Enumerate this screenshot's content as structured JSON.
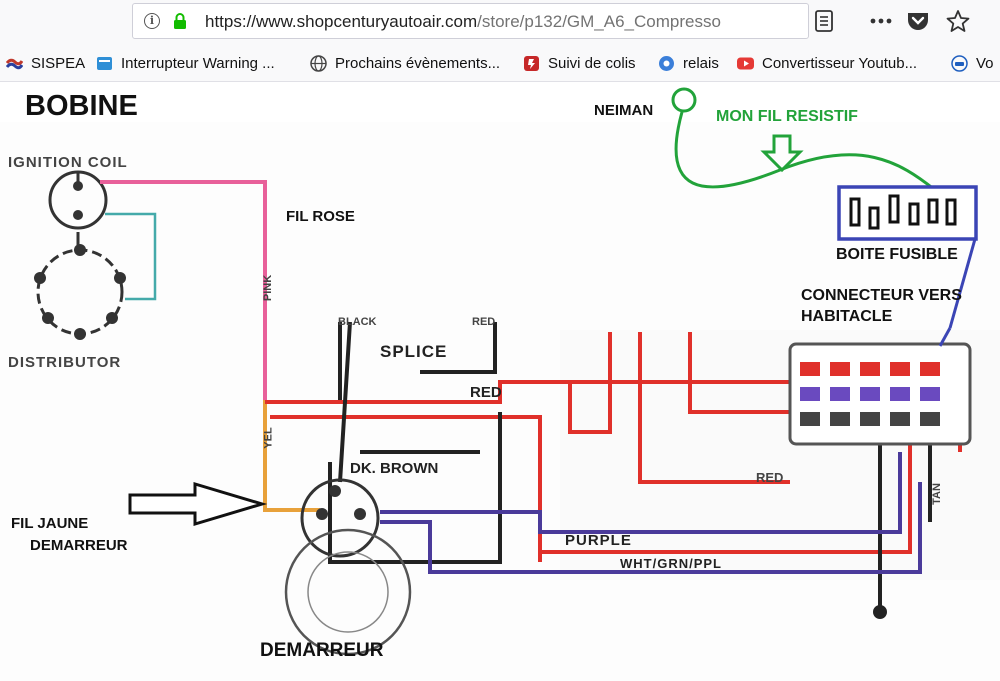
{
  "browser": {
    "url_main": "https://www.shopcenturyautoair.com",
    "url_path": "/store/p132/GM_A6_Compresso",
    "icons": [
      "info-icon",
      "lock-icon",
      "reader-view-icon",
      "more-icon",
      "pocket-icon",
      "star-icon"
    ],
    "bookmarks": [
      {
        "label": "SISPEA",
        "icon": "sispea-icon",
        "color": "#c0392b"
      },
      {
        "label": "Interrupteur Warning ...",
        "icon": "page-icon",
        "color": "#2f8fd6"
      },
      {
        "label": "Prochains évènements...",
        "icon": "globe-icon",
        "color": "#444444"
      },
      {
        "label": "Suivi de colis",
        "icon": "relay-icon",
        "color": "#c62828"
      },
      {
        "label": "relais",
        "icon": "relais-icon",
        "color": "#3b7fd9"
      },
      {
        "label": "Convertisseur Youtub...",
        "icon": "youtube-icon",
        "color": "#e53935"
      },
      {
        "label": "Vo",
        "icon": "car-icon",
        "color": "#1f5fbf"
      }
    ]
  },
  "diagram": {
    "annotations": {
      "bobine": "BOBINE",
      "fil_rose": "FIL ROSE",
      "fil_jaune_1": "FIL JAUNE",
      "fil_jaune_2": "DEMARREUR",
      "demarreur": "DEMARREUR",
      "neiman": "NEIMAN",
      "mon_fil": "MON FIL RESISTIF",
      "boite_fusible": "BOITE FUSIBLE",
      "connecteur_1": "CONNECTEUR VERS",
      "connecteur_2": "HABITACLE"
    },
    "schematic_labels": {
      "ignition_coil": "IGNITION COIL",
      "distributor": "DISTRIBUTOR",
      "pink": "PINK",
      "yel": "YEL",
      "black": "BLACK",
      "red_top": "RED",
      "splice": "SPLICE",
      "red": "RED",
      "dk_brown": "DK. BROWN",
      "purple": "PURPLE",
      "wht_grn_ppl": "WHT/GRN/PPL",
      "red_right": "RED",
      "tan": "TAN"
    },
    "colors": {
      "green_annotation": "#22a33a",
      "blue_annotation": "#3b45b5",
      "pink_wire": "#e8609a",
      "red_wire": "#e0302a",
      "purple_wire": "#4a3a9a",
      "dark_wire": "#222222"
    }
  }
}
